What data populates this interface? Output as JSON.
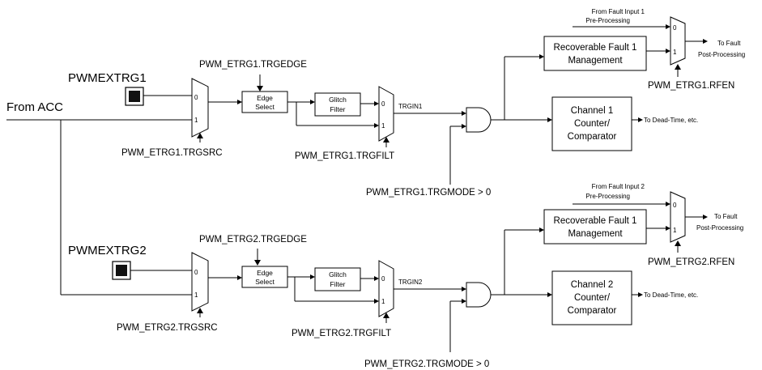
{
  "inputs": {
    "from_acc": "From ACC",
    "ch1_pin": "PWMEXTRG1",
    "ch2_pin": "PWMEXTRG2"
  },
  "ch1": {
    "trgedge": "PWM_ETRG1.TRGEDGE",
    "trgsrc": "PWM_ETRG1.TRGSRC",
    "trgfilt": "PWM_ETRG1.TRGFILT",
    "trgmode": "PWM_ETRG1.TRGMODE > 0",
    "rfen": "PWM_ETRG1.RFEN",
    "edge_select": [
      "Edge",
      "Select"
    ],
    "glitch_filter": [
      "Glitch",
      "Filter"
    ],
    "trgin": "TRGIN1",
    "fault_input": [
      "From Fault Input 1",
      "Pre-Processing"
    ],
    "fault_mgmt": [
      "Recoverable Fault 1",
      "Management"
    ],
    "to_fault": [
      "To Fault",
      "Post-Processing"
    ],
    "counter": [
      "Channel 1",
      "Counter/",
      "Comparator"
    ],
    "to_deadtime": "To Dead-Time, etc."
  },
  "ch2": {
    "trgedge": "PWM_ETRG2.TRGEDGE",
    "trgsrc": "PWM_ETRG2.TRGSRC",
    "trgfilt": "PWM_ETRG2.TRGFILT",
    "trgmode": "PWM_ETRG2.TRGMODE > 0",
    "rfen": "PWM_ETRG2.RFEN",
    "edge_select": [
      "Edge",
      "Select"
    ],
    "glitch_filter": [
      "Glitch",
      "Filter"
    ],
    "trgin": "TRGIN2",
    "fault_input": [
      "From Fault Input 2",
      "Pre-Processing"
    ],
    "fault_mgmt": [
      "Recoverable Fault 1",
      "Management"
    ],
    "to_fault": [
      "To Fault",
      "Post-Processing"
    ],
    "counter": [
      "Channel 2",
      "Counter/",
      "Comparator"
    ],
    "to_deadtime": "To Dead-Time, etc."
  },
  "mux_inputs": [
    "0",
    "1"
  ]
}
